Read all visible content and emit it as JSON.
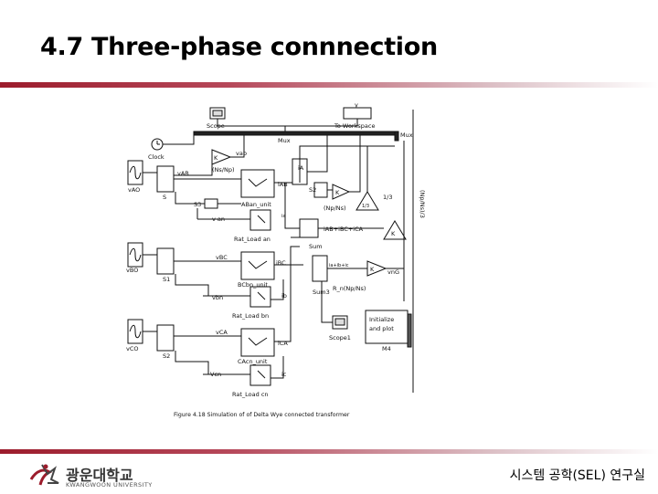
{
  "slide": {
    "title": "4.7 Three-phase connnection",
    "footer_lab": "시스템 공학(SEL) 연구실",
    "logo_korean": "광운대학교",
    "logo_english": "KWANGWOON UNIVERSITY"
  },
  "figure": {
    "caption": "Figure 4.18   Simulation of of Delta Wye connected transformer",
    "labels": {
      "scope": "Scope",
      "y": "y",
      "to_workspace": "To Workspace",
      "mux_top": "Mux",
      "mux_right": "Mux",
      "clock": "Clock",
      "vab": "vab",
      "k1": "K",
      "ns_np": "(Ns/Np)",
      "ia_top": "iA",
      "vab_src": "vAB",
      "vao": "vAO",
      "s_label": "S",
      "iab": "iAB",
      "s2_label": "S2",
      "k2": "K",
      "one_third": "1/3",
      "one_third_b": "1/3",
      "np_ns": "(Np/Ns)",
      "s3": "S3",
      "aban_unit": "ABan_unit",
      "van": "v an",
      "ia_small": "ia",
      "sum_expr": "iAB+iBC+iCA",
      "rat_load_an": "Rat_Load an",
      "sum": "Sum",
      "k3": "K",
      "vbc": "vBC",
      "ibc": "iBC",
      "vbo": "vBO",
      "s1": "S1",
      "sum_expr2": "ia+ib+ic",
      "k4": "K",
      "vng": "vnG",
      "bcbn_unit": "BCbn_unit",
      "vbn": "vbn",
      "ib": "ib",
      "sum3": "Sum3",
      "rn_expr": "R_n(Np/Ns)",
      "rat_load_bn": "Rat_Load bn",
      "scope1": "Scope1",
      "initialize": "Initialize",
      "and_plot": "and plot",
      "m_file": "M4",
      "vca": "vCA",
      "vco": "vCO",
      "s2b": "S2",
      "ica": "iCA",
      "cacn_unit": "CAcn_unit",
      "vcn": "Vcn",
      "ic": "ic",
      "rat_load_cn": "Rat_Load cn",
      "np_ns_vert": "(Np/Ns)/3"
    }
  }
}
